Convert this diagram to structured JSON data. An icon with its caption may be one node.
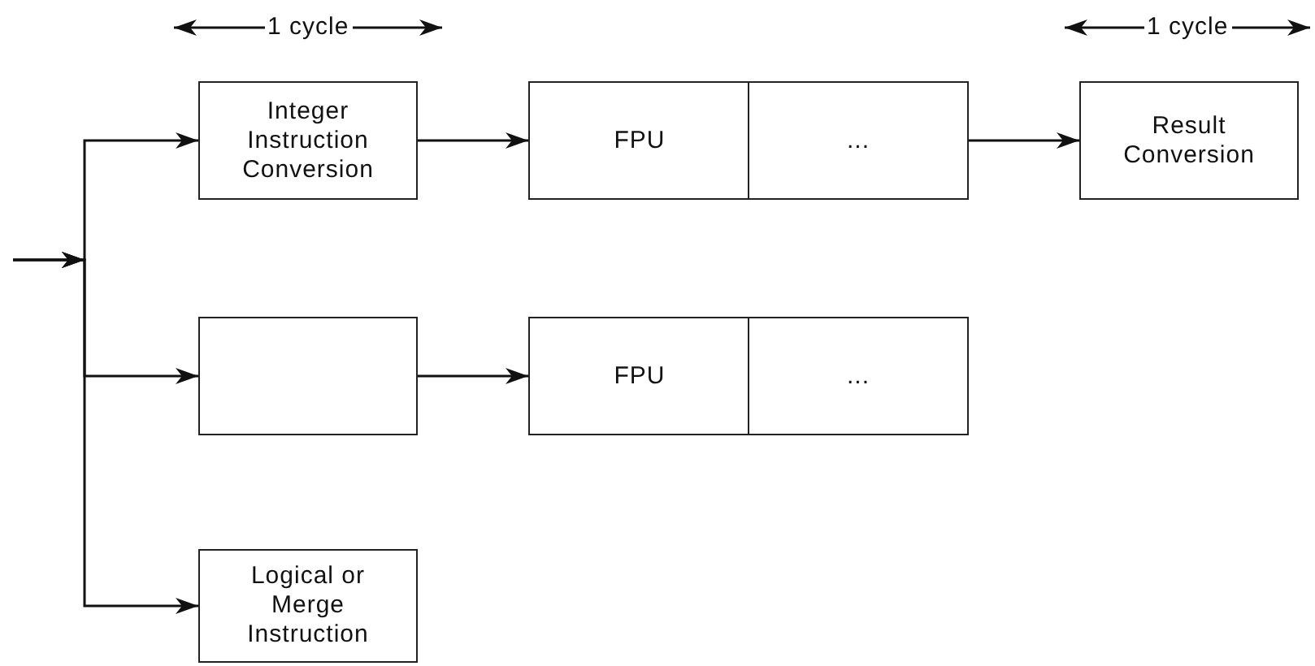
{
  "diagram": {
    "nodes": [
      {
        "text": [
          "Integer Instruction Conversion"
        ]
      },
      {
        "text": [
          "FPU"
        ]
      },
      {
        "text": [
          "..."
        ]
      },
      {
        "text": [
          "Result Conversion"
        ]
      },
      {
        "text": [],
        "shape": "box"
      },
      {
        "text": [
          "FPU"
        ]
      },
      {
        "text": [
          "..."
        ]
      },
      {
        "text": [
          "Logical or Merge Instruction"
        ]
      }
    ],
    "edges": [
      {
        "from": null,
        "to": 0,
        "arrow": "to"
      },
      {
        "from": 0,
        "to": 1,
        "arrow": "to"
      },
      {
        "from": 2,
        "to": 3,
        "arrow": "to"
      },
      {
        "from": null,
        "to": 4,
        "arrow": "to"
      },
      {
        "from": 4,
        "to": 5,
        "arrow": "to"
      },
      {
        "from": null,
        "to": 7,
        "arrow": "to"
      }
    ],
    "labels": [
      "1 cycle",
      "1 cycle"
    ]
  }
}
